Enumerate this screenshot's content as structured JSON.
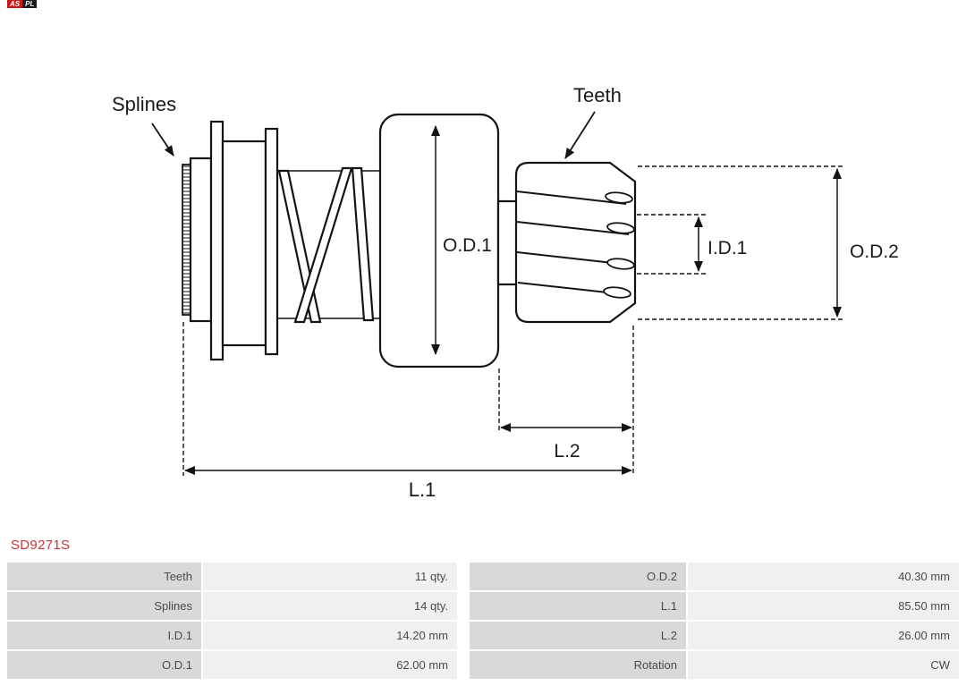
{
  "logo": {
    "left": "AS",
    "right": "PL"
  },
  "part_number": "SD9271S",
  "diagram_labels": {
    "splines": "Splines",
    "teeth": "Teeth",
    "od1": "O.D.1",
    "id1": "I.D.1",
    "od2": "O.D.2",
    "l1": "L.1",
    "l2": "L.2"
  },
  "spec_table": {
    "rows": [
      {
        "left": {
          "label": "Teeth",
          "value": "11 qty."
        },
        "right": {
          "label": "O.D.2",
          "value": "40.30 mm"
        }
      },
      {
        "left": {
          "label": "Splines",
          "value": "14 qty."
        },
        "right": {
          "label": "L.1",
          "value": "85.50 mm"
        }
      },
      {
        "left": {
          "label": "I.D.1",
          "value": "14.20 mm"
        },
        "right": {
          "label": "L.2",
          "value": "26.00 mm"
        }
      },
      {
        "left": {
          "label": "O.D.1",
          "value": "62.00 mm"
        },
        "right": {
          "label": "Rotation",
          "value": "CW"
        }
      }
    ]
  },
  "colors": {
    "accent_red": "#cc3333",
    "logo_red": "#cc1719",
    "logo_black": "#1a1a1a",
    "line": "#141414",
    "table_label_bg": "#d9d9d9",
    "table_value_bg": "#f0f0f0"
  }
}
